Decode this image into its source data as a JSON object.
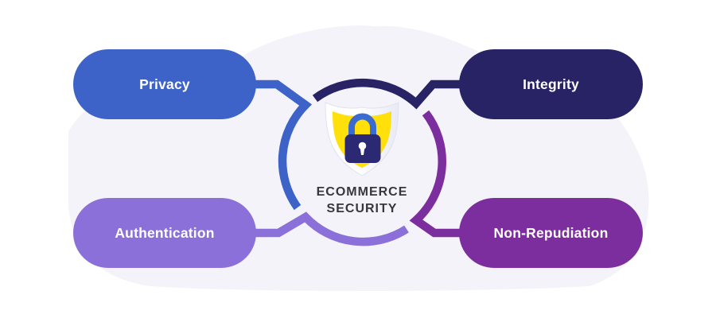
{
  "colors": {
    "background": "#FFFFFF",
    "cloud_bg": "#F4F3F9",
    "title_text": "#38363E",
    "pill_text": "#FFFFFF"
  },
  "center": {
    "title_line1": "ECOMMERCE",
    "title_line2": "SECURITY",
    "icon": {
      "name": "shield-lock-icon",
      "shield_base": "#FFFFFF",
      "shield_shade": "#E9E9F4",
      "shield_outline": "#DFE3F0",
      "shield_fill": "#FFE00A",
      "lock_body": "#2B2973",
      "lock_shackle": "#3A6BD2",
      "keyhole": "#FFFFFF"
    }
  },
  "nodes": [
    {
      "id": "privacy",
      "label": "Privacy",
      "color": "#3D63C8",
      "position": "top-left"
    },
    {
      "id": "integrity",
      "label": "Integrity",
      "color": "#272364",
      "position": "top-right"
    },
    {
      "id": "authentication",
      "label": "Authentication",
      "color": "#8A70D8",
      "position": "bottom-left"
    },
    {
      "id": "non-repudiation",
      "label": "Non-Repudiation",
      "color": "#7C2E9E",
      "position": "bottom-right"
    }
  ]
}
